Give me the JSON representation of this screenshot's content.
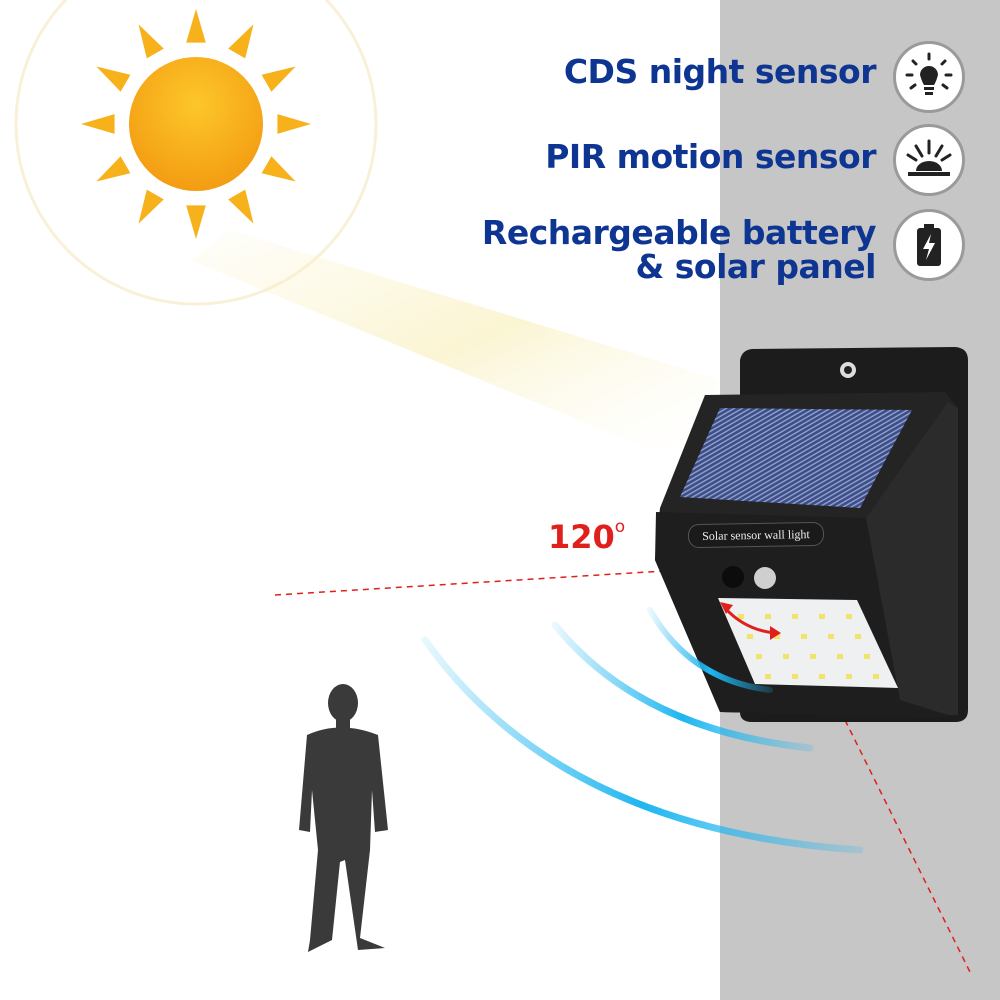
{
  "features": [
    {
      "label": "CDS night sensor",
      "icon": "light-bulb-icon"
    },
    {
      "label": "PIR motion sensor",
      "icon": "motion-sensor-icon"
    },
    {
      "label_line1": "Rechargeable battery",
      "label_line2": "& solar panel",
      "icon": "battery-icon"
    }
  ],
  "detection_angle": {
    "value": "120",
    "unit": "o"
  },
  "device": {
    "label": "Solar sensor wall light"
  },
  "colors": {
    "text_blue": "#0d3591",
    "angle_red": "#e0201b",
    "wave_blue": "#1fb6f0",
    "wall_gray": "#c6c6c6",
    "sun_orange": "#f7a81b"
  }
}
